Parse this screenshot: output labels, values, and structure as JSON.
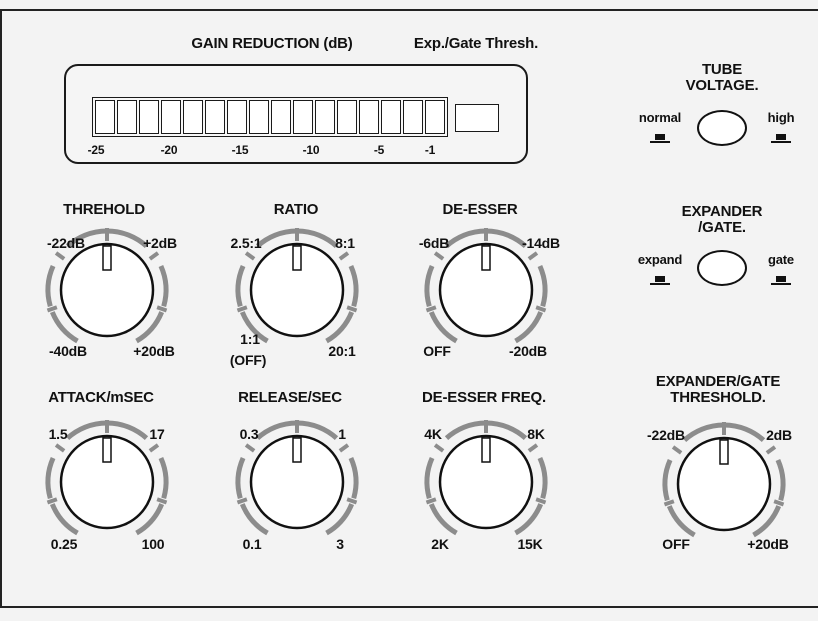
{
  "meter": {
    "title": "GAIN REDUCTION (dB)",
    "gate_title": "Exp./Gate Thresh.",
    "segment_count": 16,
    "scale": [
      "-25",
      "-20",
      "-15",
      "-10",
      "-5",
      "-1"
    ]
  },
  "tube_voltage": {
    "title_line1": "TUBE",
    "title_line2": "VOLTAGE.",
    "left": "normal",
    "right": "high"
  },
  "expander_gate": {
    "title_line1": "EXPANDER",
    "title_line2": "/GATE.",
    "left": "expand",
    "right": "gate"
  },
  "knobs": {
    "threshold": {
      "title": "THREHOLD",
      "top_left": "-22dB",
      "top_right": "+2dB",
      "bottom_left": "-40dB",
      "bottom_right": "+20dB"
    },
    "ratio": {
      "title": "RATIO",
      "top_left": "2.5:1",
      "top_right": "8:1",
      "bottom_left_line1": "1:1",
      "bottom_left_line2": "(OFF)",
      "bottom_right": "20:1"
    },
    "de_esser": {
      "title": "DE-ESSER",
      "top_left": "-6dB",
      "top_right": "-14dB",
      "bottom_left": "OFF",
      "bottom_right": "-20dB"
    },
    "attack": {
      "title": "ATTACK/mSEC",
      "top_left": "1.5",
      "top_right": "17",
      "bottom_left": "0.25",
      "bottom_right": "100"
    },
    "release": {
      "title": "RELEASE/SEC",
      "top_left": "0.3",
      "top_right": "1",
      "bottom_left": "0.1",
      "bottom_right": "3"
    },
    "de_esser_freq": {
      "title": "DE-ESSER FREQ.",
      "top_left": "4K",
      "top_right": "8K",
      "bottom_left": "2K",
      "bottom_right": "15K"
    },
    "exp_gate_threshold": {
      "title_line1": "EXPANDER/GATE",
      "title_line2": "THRESHOLD.",
      "top_left": "-22dB",
      "top_right": "2dB",
      "bottom_left": "OFF",
      "bottom_right": "+20dB"
    }
  },
  "colors": {
    "arc": "#8c8c8c",
    "ink": "#111111",
    "panel": "#f3f3f3"
  }
}
